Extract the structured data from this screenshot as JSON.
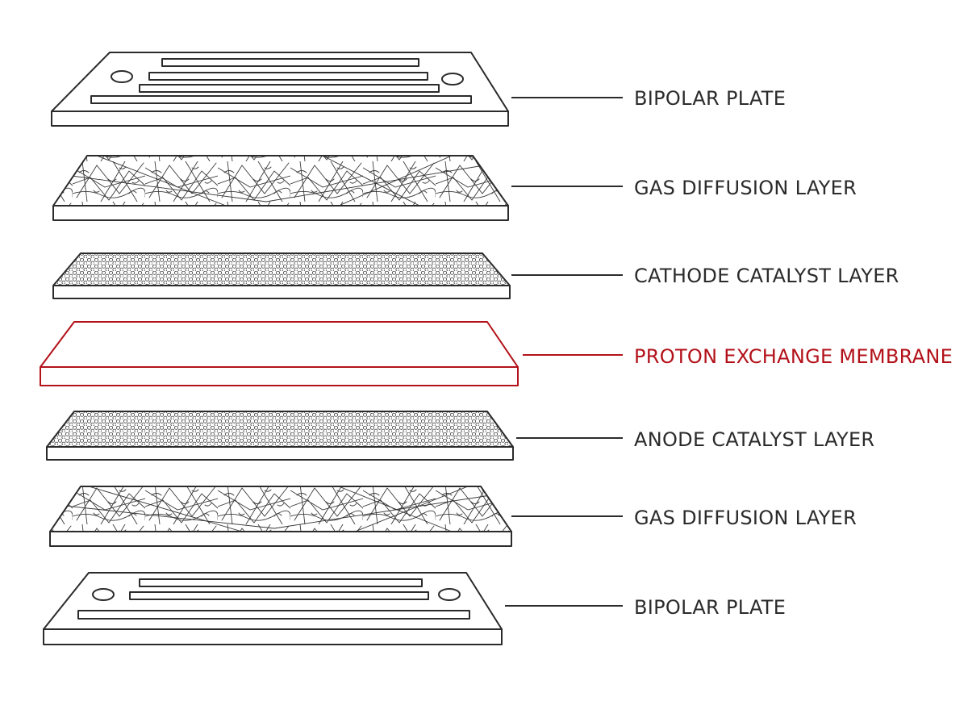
{
  "colors": {
    "ink": "#2b2b2b",
    "highlight": "#b3121a",
    "background": "#ffffff"
  },
  "layers": [
    {
      "label": "BIPOLAR PLATE",
      "kind": "bipolar-plate",
      "highlight": false
    },
    {
      "label": "GAS DIFFUSION LAYER",
      "kind": "gas-diffusion-layer",
      "highlight": false
    },
    {
      "label": "CATHODE CATALYST LAYER",
      "kind": "catalyst-layer",
      "highlight": false
    },
    {
      "label": "PROTON EXCHANGE MEMBRANE",
      "kind": "membrane",
      "highlight": true
    },
    {
      "label": "ANODE CATALYST LAYER",
      "kind": "catalyst-layer",
      "highlight": false
    },
    {
      "label": "GAS DIFFUSION LAYER",
      "kind": "gas-diffusion-layer",
      "highlight": false
    },
    {
      "label": "BIPOLAR PLATE",
      "kind": "bipolar-plate",
      "highlight": false
    }
  ]
}
